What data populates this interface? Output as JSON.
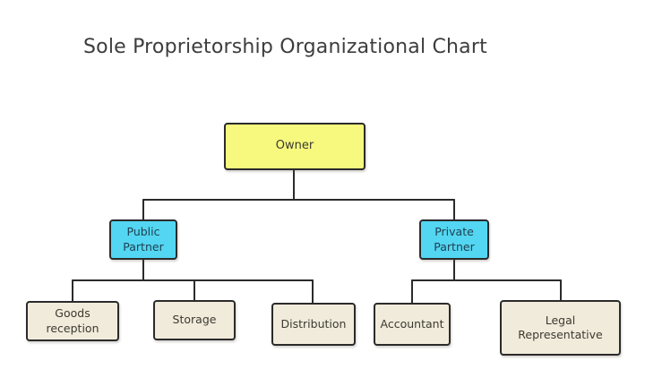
{
  "title": "Sole Proprietorship Organizational Chart",
  "diagram": {
    "type": "org-chart",
    "nodes": {
      "owner": {
        "label": "Owner",
        "level": 1,
        "parent": null,
        "fill": "#f6f97e"
      },
      "public_partner": {
        "label": "Public Partner",
        "level": 2,
        "parent": "owner",
        "fill": "#53d6f1"
      },
      "private_partner": {
        "label": "Private Partner",
        "level": 2,
        "parent": "owner",
        "fill": "#53d6f1"
      },
      "goods_reception": {
        "label": "Goods reception",
        "level": 3,
        "parent": "public_partner",
        "fill": "#f1ebdb"
      },
      "storage": {
        "label": "Storage",
        "level": 3,
        "parent": "public_partner",
        "fill": "#f1ebdb"
      },
      "distribution": {
        "label": "Distribution",
        "level": 3,
        "parent": "public_partner",
        "fill": "#f1ebdb"
      },
      "accountant": {
        "label": "Accountant",
        "level": 3,
        "parent": "private_partner",
        "fill": "#f1ebdb"
      },
      "legal_representative": {
        "label": "Legal Representative",
        "level": 3,
        "parent": "private_partner",
        "fill": "#f1ebdb"
      }
    }
  },
  "colors": {
    "background": "#ffffff",
    "node_border": "#2b2b2b",
    "connector": "#2b2b2b",
    "owner_fill": "#f6f97e",
    "partner_fill": "#53d6f1",
    "leaf_fill": "#f1ebdb",
    "title_text": "#3d3d3d",
    "node_text": "#3b3a30",
    "partner_text": "#1e4052"
  }
}
